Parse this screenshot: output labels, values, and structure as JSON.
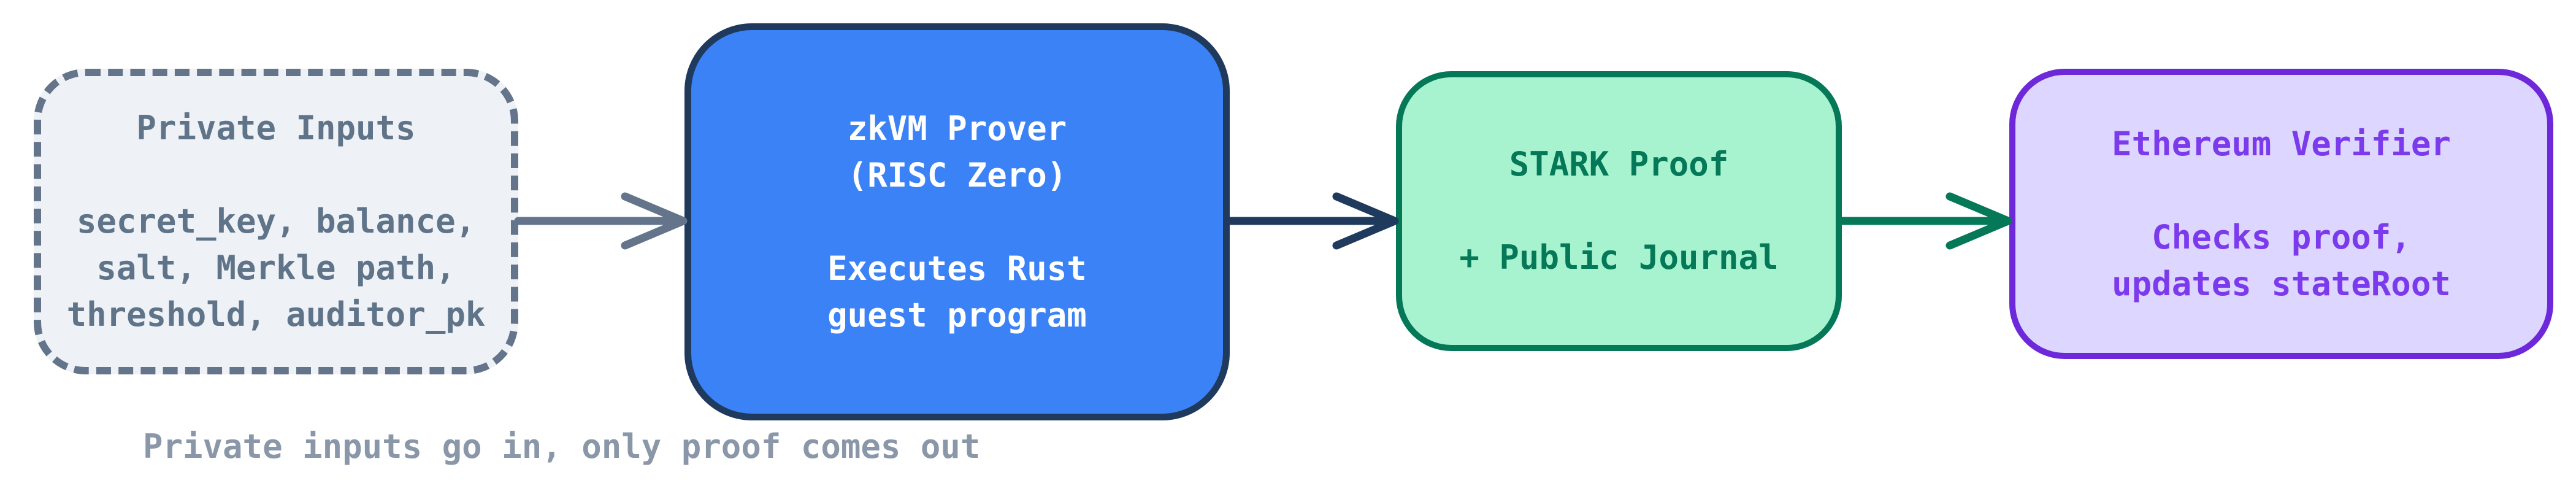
{
  "diagram": {
    "background": "#ffffff",
    "nodes": [
      {
        "name": "private-inputs",
        "border_style": "dashed",
        "fill": "#eef1f6",
        "border_color": "#64748b",
        "text_color": "#5f7389",
        "lines": [
          "Private Inputs",
          "",
          "secret_key, balance,",
          "salt, Merkle path,",
          "threshold, auditor_pk"
        ]
      },
      {
        "name": "zkvm-prover",
        "border_style": "solid",
        "fill": "#3b82f6",
        "border_color": "#1f3a5c",
        "text_color": "#ffffff",
        "lines": [
          "zkVM Prover",
          "(RISC Zero)",
          "",
          "Executes Rust",
          "guest program"
        ]
      },
      {
        "name": "stark-proof",
        "border_style": "solid",
        "fill": "#a7f3d0",
        "border_color": "#047857",
        "text_color": "#047857",
        "lines": [
          "STARK Proof",
          "",
          "+ Public Journal"
        ]
      },
      {
        "name": "ethereum-verifier",
        "border_style": "solid",
        "fill": "#ddd6fe",
        "border_color": "#6d28d9",
        "text_color": "#7c3aed",
        "lines": [
          "Ethereum Verifier",
          "",
          "Checks proof,",
          "updates stateRoot"
        ]
      }
    ],
    "arrows": [
      {
        "name": "arrow-private-inputs-to-zkvm-prover",
        "color": "#64748b"
      },
      {
        "name": "arrow-zkvm-prover-to-stark-proof",
        "color": "#1f3a5c"
      },
      {
        "name": "arrow-stark-proof-to-ethereum-verifier",
        "color": "#047857"
      }
    ],
    "caption": {
      "text": "Private inputs go in, only proof comes out",
      "color": "#8a97a8"
    }
  }
}
